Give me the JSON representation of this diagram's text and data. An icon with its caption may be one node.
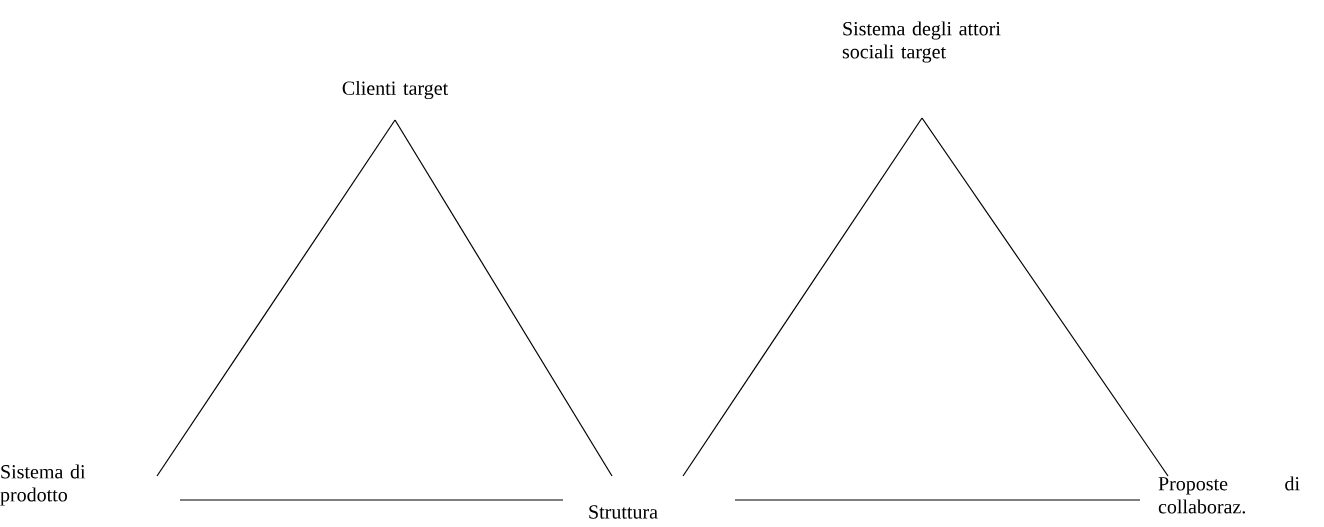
{
  "diagram": {
    "nodes": [
      {
        "text": [
          "Clienti target"
        ]
      },
      {
        "text": [
          "Sistema di prodotto"
        ]
      },
      {
        "text": [
          "Struttura"
        ]
      },
      {
        "text": [
          "Sistema degli attori sociali target"
        ]
      },
      {
        "text": [
          "Proposte di collaboraz."
        ]
      }
    ],
    "edges": [
      {
        "from": 0,
        "to": 1,
        "arrow": "none"
      },
      {
        "from": 0,
        "to": 2,
        "arrow": "none"
      },
      {
        "from": 1,
        "to": 2,
        "arrow": "none"
      },
      {
        "from": 3,
        "to": 2,
        "arrow": "none"
      },
      {
        "from": 3,
        "to": 4,
        "arrow": "none"
      },
      {
        "from": 2,
        "to": 4,
        "arrow": "none"
      }
    ]
  }
}
